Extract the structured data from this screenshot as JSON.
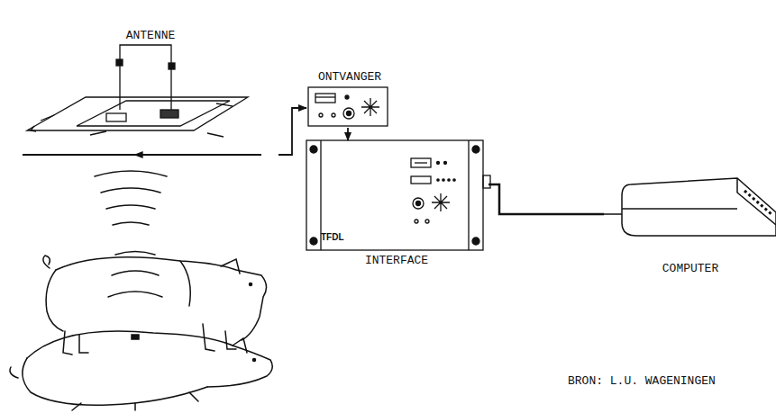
{
  "diagram": {
    "nodes": [
      {
        "text": [
          "ANTENNE"
        ]
      },
      {
        "text": [
          "ONTVANGER"
        ]
      },
      {
        "text": [
          "TFDL",
          "INTERFACE"
        ]
      },
      {
        "text": [
          "COMPUTER"
        ]
      }
    ],
    "edges": [
      {
        "from": 0,
        "to": 1,
        "arrow": "to"
      },
      {
        "from": 1,
        "to": 2,
        "arrow": "to"
      },
      {
        "from": 2,
        "to": 3,
        "arrow": "none"
      }
    ],
    "labels": [
      "BRON: L.U. WAGENINGEN"
    ]
  }
}
